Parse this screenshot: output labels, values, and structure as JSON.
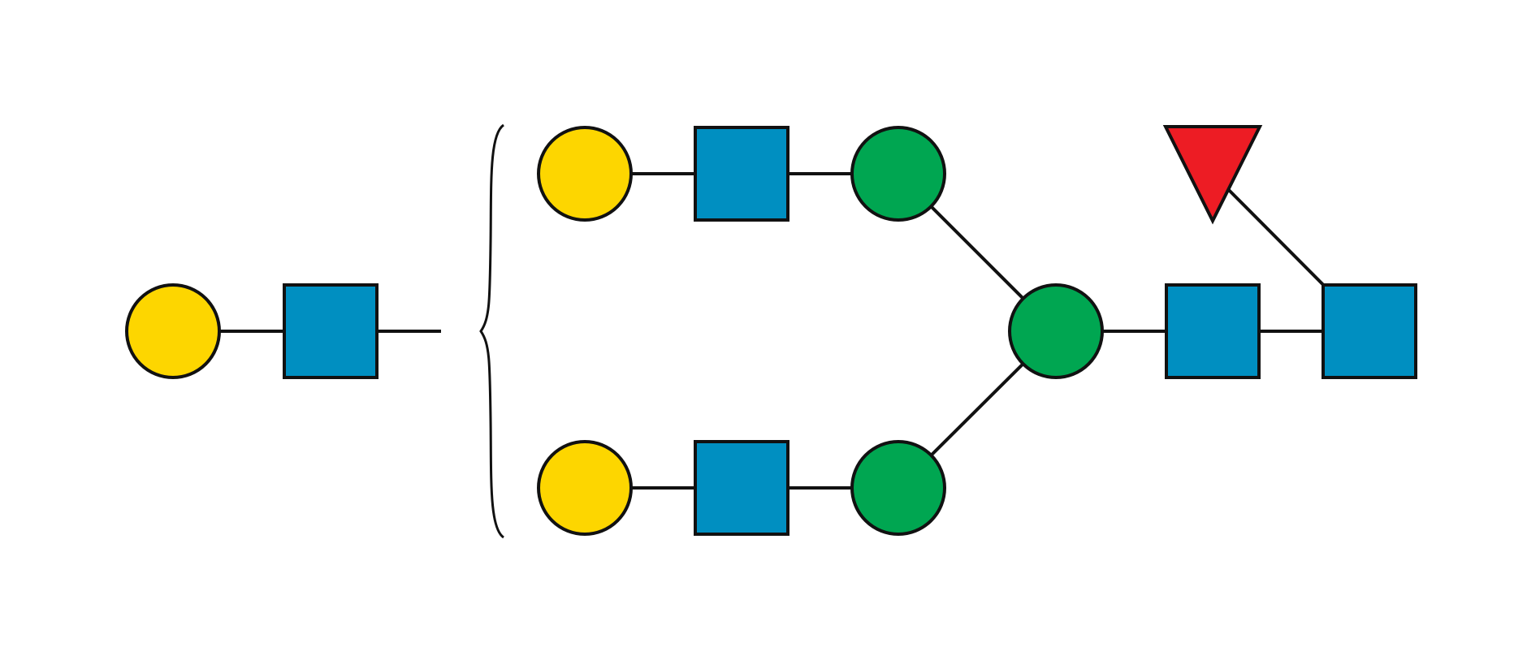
{
  "colors": {
    "background": "#ffffff",
    "stroke": "#111111",
    "galactose": "#FDD600",
    "glcnac": "#008FC1",
    "mannose": "#00A651",
    "fucose": "#ED1C24"
  },
  "residues": [
    {
      "id": "antenna-gal",
      "type": "circle",
      "color_key": "galactose",
      "icon": "yellow-circle-icon",
      "name": "galactose"
    },
    {
      "id": "antenna-glcnac",
      "type": "square",
      "color_key": "glcnac",
      "icon": "blue-square-icon",
      "name": "glcnac"
    },
    {
      "id": "upper-gal",
      "type": "circle",
      "color_key": "galactose",
      "icon": "yellow-circle-icon",
      "name": "galactose"
    },
    {
      "id": "upper-glcnac",
      "type": "square",
      "color_key": "glcnac",
      "icon": "blue-square-icon",
      "name": "glcnac"
    },
    {
      "id": "upper-man",
      "type": "circle",
      "color_key": "mannose",
      "icon": "green-circle-icon",
      "name": "mannose"
    },
    {
      "id": "lower-gal",
      "type": "circle",
      "color_key": "galactose",
      "icon": "yellow-circle-icon",
      "name": "galactose"
    },
    {
      "id": "lower-glcnac",
      "type": "square",
      "color_key": "glcnac",
      "icon": "blue-square-icon",
      "name": "glcnac"
    },
    {
      "id": "lower-man",
      "type": "circle",
      "color_key": "mannose",
      "icon": "green-circle-icon",
      "name": "mannose"
    },
    {
      "id": "core-man",
      "type": "circle",
      "color_key": "mannose",
      "icon": "green-circle-icon",
      "name": "mannose"
    },
    {
      "id": "core-glcnac-1",
      "type": "square",
      "color_key": "glcnac",
      "icon": "blue-square-icon",
      "name": "glcnac"
    },
    {
      "id": "core-glcnac-2",
      "type": "square",
      "color_key": "glcnac",
      "icon": "blue-square-icon",
      "name": "glcnac"
    },
    {
      "id": "core-fuc",
      "type": "triangle",
      "color_key": "fucose",
      "icon": "red-triangle-icon",
      "name": "fucose"
    }
  ],
  "linkages": [
    {
      "from": "antenna-gal",
      "to": "antenna-glcnac"
    },
    {
      "from": "antenna-glcnac",
      "to": "bracket-open"
    },
    {
      "from": "upper-gal",
      "to": "upper-glcnac"
    },
    {
      "from": "upper-glcnac",
      "to": "upper-man"
    },
    {
      "from": "upper-man",
      "to": "core-man"
    },
    {
      "from": "lower-gal",
      "to": "lower-glcnac"
    },
    {
      "from": "lower-glcnac",
      "to": "lower-man"
    },
    {
      "from": "lower-man",
      "to": "core-man"
    },
    {
      "from": "core-man",
      "to": "core-glcnac-1"
    },
    {
      "from": "core-glcnac-1",
      "to": "core-glcnac-2"
    },
    {
      "from": "core-glcnac-2",
      "to": "core-fuc"
    }
  ],
  "bracket": {
    "icon": "curly-brace-icon"
  }
}
